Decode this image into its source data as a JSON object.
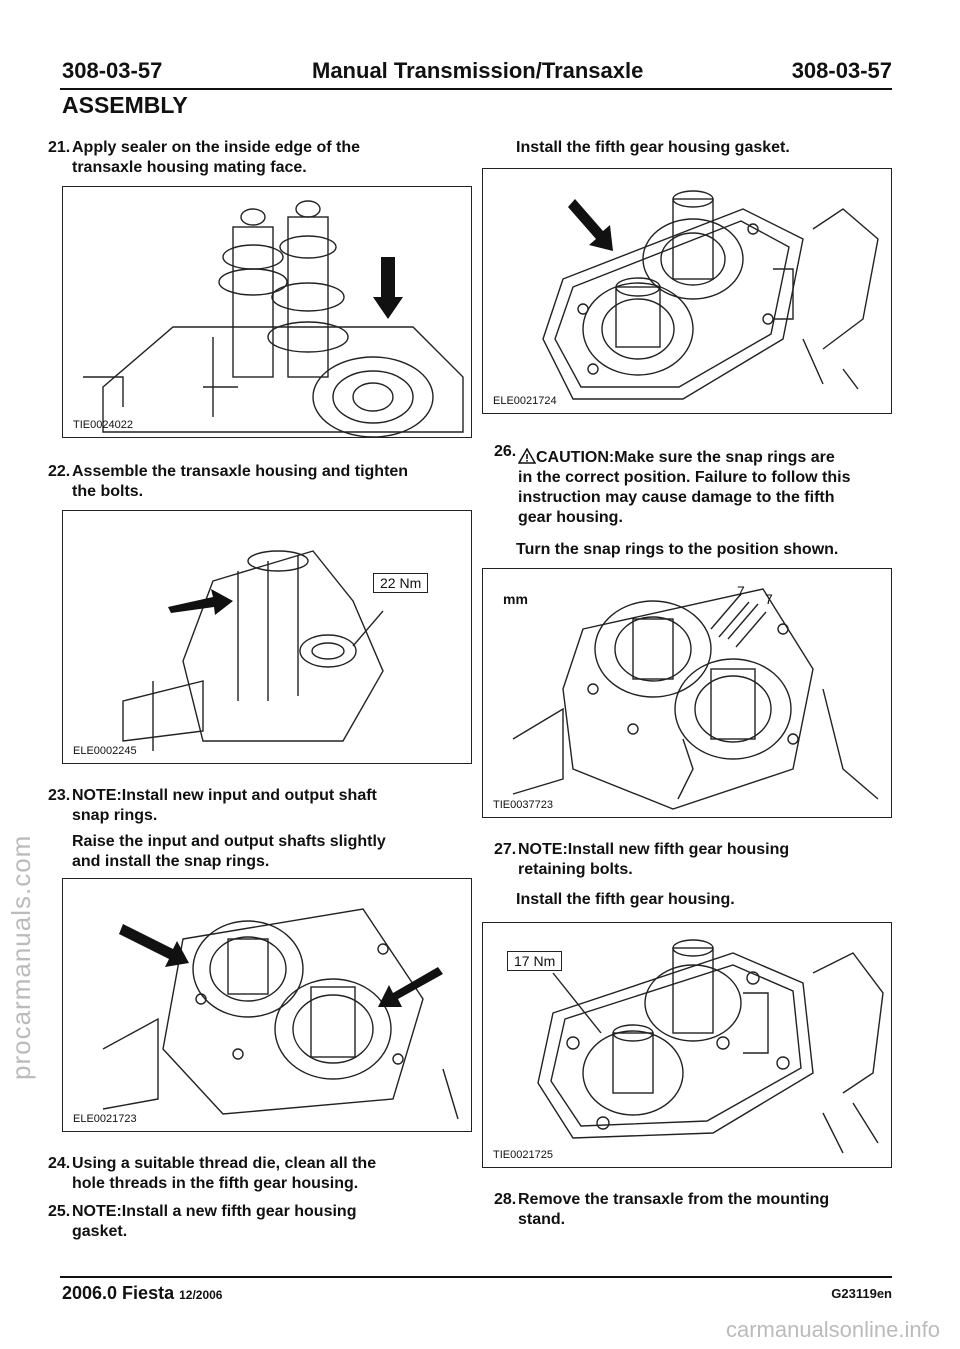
{
  "header": {
    "page_left": "308-03-57",
    "title": "Manual Transmission/Transaxle",
    "page_right": "308-03-57"
  },
  "section": "ASSEMBLY",
  "steps": {
    "s21": {
      "num": "21.",
      "line1": "Apply sealer on the inside edge of the",
      "line2": "transaxle housing mating face.",
      "fig_id": "TIE0024022"
    },
    "s22": {
      "num": "22.",
      "line1": "Assemble the transaxle housing and tighten",
      "line2": "the bolts.",
      "fig_id": "ELE0002245",
      "torque": "22 Nm"
    },
    "s23": {
      "num": "23.",
      "line1": "NOTE:Install new input and output shaft",
      "line2": "snap rings.",
      "action1": "Raise the input and output shafts slightly",
      "action2": "and install the snap rings.",
      "fig_id": "ELE0021723"
    },
    "s24": {
      "num": "24.",
      "line1": "Using a suitable thread die, clean all the",
      "line2": "hole threads in the fifth gear housing."
    },
    "s25": {
      "num": "25.",
      "line1": "NOTE:Install a new fifth gear housing",
      "line2": "gasket.",
      "action": "Install the fifth gear housing gasket.",
      "fig_id": "ELE0021724"
    },
    "s26": {
      "num": "26.",
      "caution1": "CAUTION:Make sure the snap rings are",
      "caution2": "in the correct position. Failure to follow this",
      "caution3": "instruction may cause damage to the fifth",
      "caution4": "gear housing.",
      "action": "Turn the snap rings to the position shown.",
      "fig_id": "TIE0037723",
      "unit": "mm",
      "dim1": "7",
      "dim2": "7"
    },
    "s27": {
      "num": "27.",
      "line1": "NOTE:Install new fifth gear housing",
      "line2": "retaining bolts.",
      "action": "Install the fifth gear housing.",
      "fig_id": "TIE0021725",
      "torque": "17 Nm"
    },
    "s28": {
      "num": "28.",
      "line1": "Remove the transaxle from the mounting",
      "line2": "stand."
    }
  },
  "footer": {
    "model": "2006.0 Fiesta",
    "date": "12/2006",
    "code": "G23119en"
  },
  "watermarks": {
    "side": "procarmanuals.com",
    "bottom": "carmanualsonline.info"
  }
}
